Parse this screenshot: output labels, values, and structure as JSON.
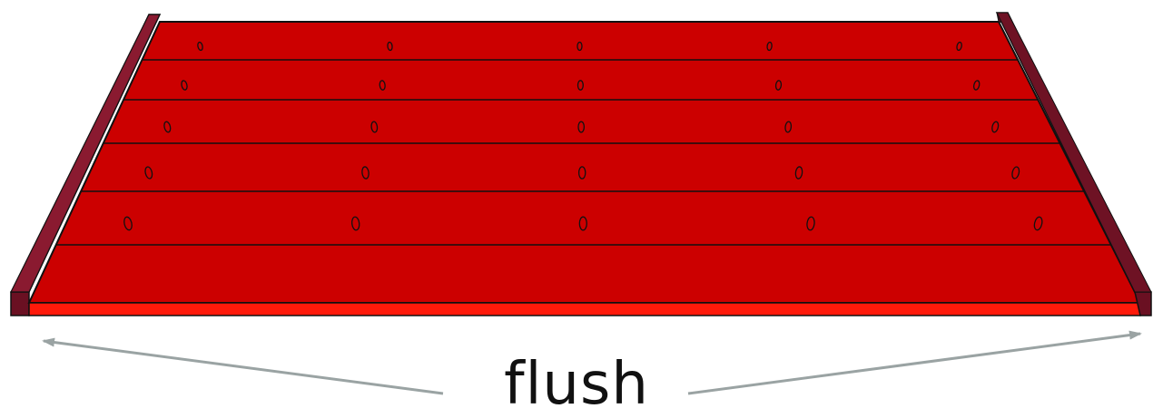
{
  "caption": "flush",
  "colors": {
    "deck": "#cc0000",
    "deck_front_edge": "#ff1a0a",
    "side_rail": "#7a1428",
    "side_rail_dark": "#5a0c1c",
    "outline": "#111111",
    "arrow": "#9aa3a3",
    "background": "#ffffff"
  },
  "deck": {
    "board_count": 6,
    "screw_rows": 5,
    "screws_per_row": 5
  },
  "arrows": [
    "left-arrow",
    "right-arrow"
  ]
}
